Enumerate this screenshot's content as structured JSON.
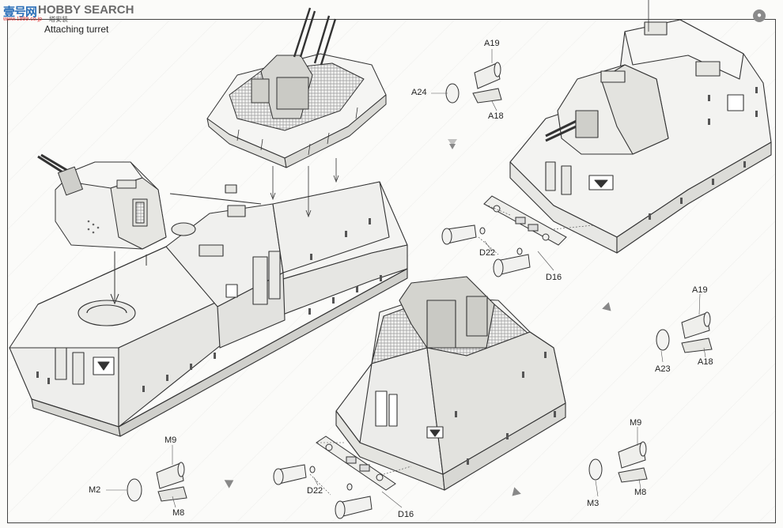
{
  "watermark": {
    "cn": "壹号网",
    "en": "HOBBY SEARCH",
    "sub": "www.1999.co.jp",
    "small": "塔安装"
  },
  "title": "Attaching turret",
  "parts": {
    "a19_top": "A19",
    "a24": "A24",
    "a18_top": "A18",
    "d22_right": "D22",
    "d16_right": "D16",
    "a19_right": "A19",
    "a23": "A23",
    "a18_right": "A18",
    "m9_left": "M9",
    "m2": "M2",
    "m8_left": "M8",
    "d22_center": "D22",
    "d16_center": "D16",
    "m9_right": "M9",
    "m3": "M3",
    "m8_right": "M8"
  },
  "colors": {
    "line": "#333333",
    "panel": "#f2f2f0",
    "shade": "#dcdcd8",
    "grid": "#8d8d8d",
    "watermark_blue": "#2a6fb8"
  },
  "icons": [
    "turret-icon",
    "rail-car-icon",
    "axle-box-icon",
    "buffer-icon",
    "arrow-icon"
  ]
}
